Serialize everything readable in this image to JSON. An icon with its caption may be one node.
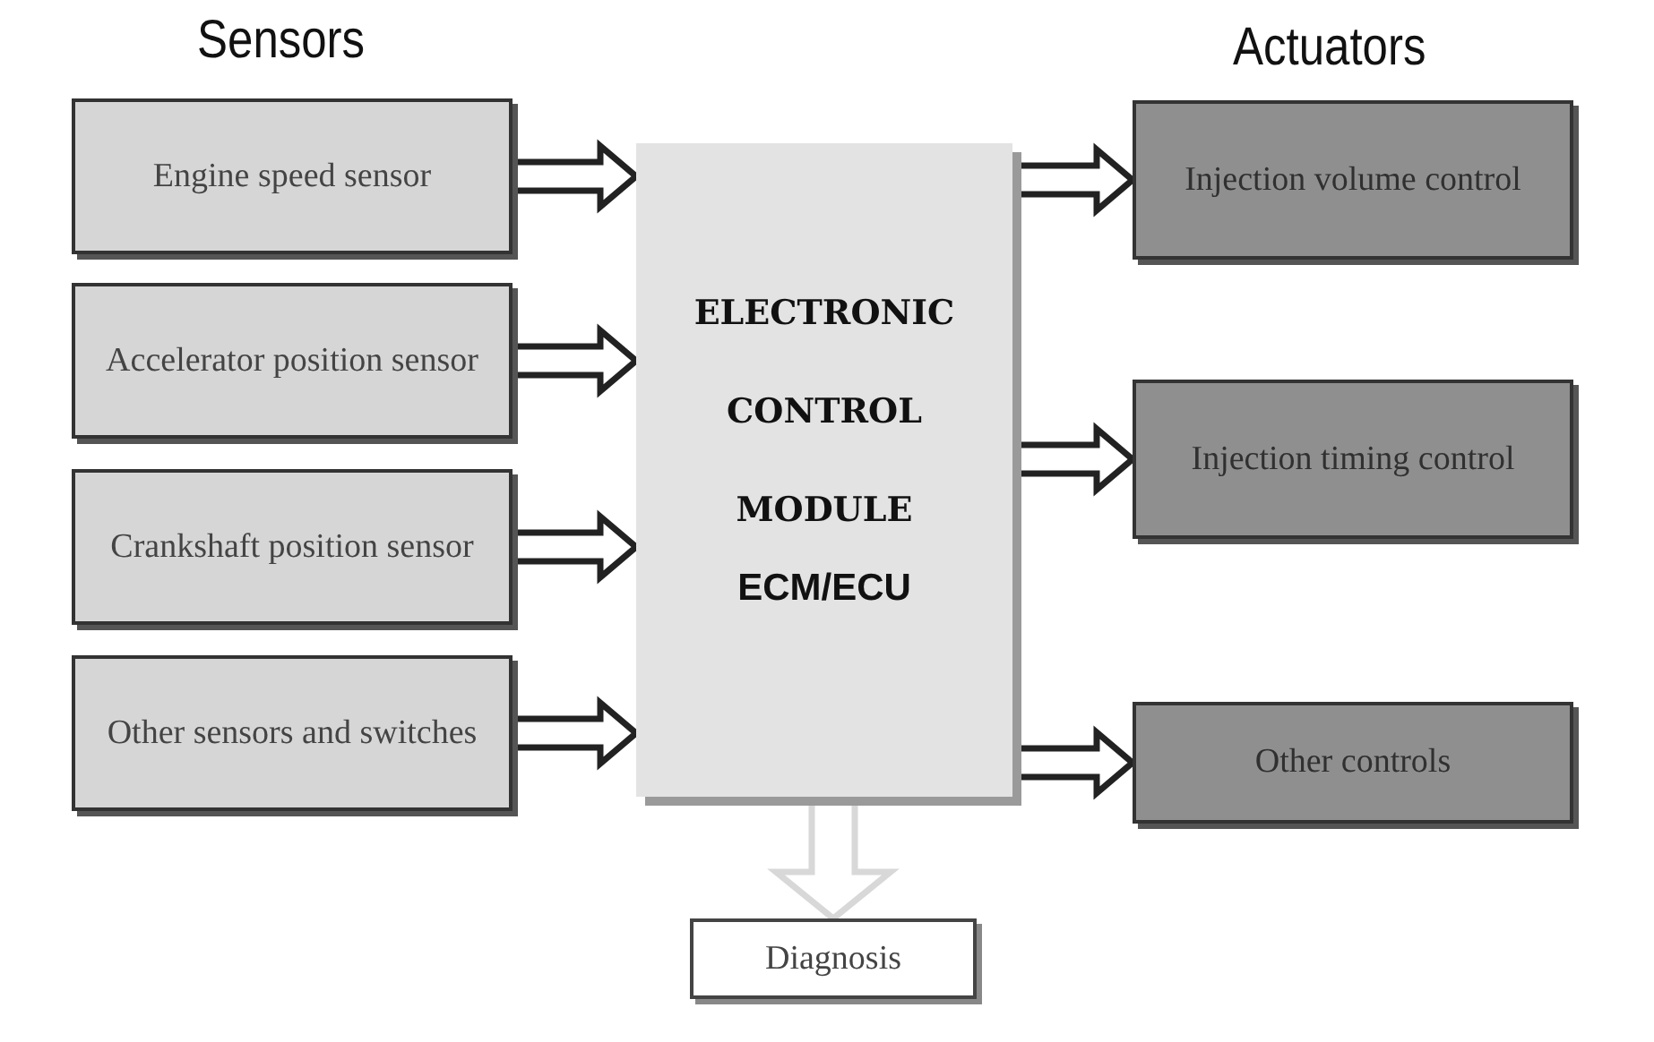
{
  "diagram": {
    "nodes": [
      {
        "text": [
          "Engine speed sensor"
        ]
      },
      {
        "text": [
          "Accelerator position sensor"
        ]
      },
      {
        "text": [
          "Crankshaft position sensor"
        ]
      },
      {
        "text": [
          "Other sensors and switches"
        ]
      },
      {
        "text": [
          "ELECTRONIC CONTROL MODULE",
          "ECM/ECU"
        ]
      },
      {
        "text": [
          "Injection volume control"
        ]
      },
      {
        "text": [
          "Injection timing control"
        ]
      },
      {
        "text": [
          "Other controls"
        ]
      },
      {
        "text": [
          "Diagnosis"
        ]
      }
    ],
    "edges": [
      {
        "from": 0,
        "to": 4,
        "arrow": "to"
      },
      {
        "from": 1,
        "to": 4,
        "arrow": "to"
      },
      {
        "from": 2,
        "to": 4,
        "arrow": "to"
      },
      {
        "from": 3,
        "to": 4,
        "arrow": "to"
      },
      {
        "from": 4,
        "to": 5,
        "arrow": "to"
      },
      {
        "from": 4,
        "to": 6,
        "arrow": "to"
      },
      {
        "from": 4,
        "to": 7,
        "arrow": "to"
      },
      {
        "from": 4,
        "to": 8,
        "arrow": "to",
        "color": "#d8d8d8"
      }
    ],
    "labels": [
      "Sensors",
      "Actuators"
    ]
  }
}
